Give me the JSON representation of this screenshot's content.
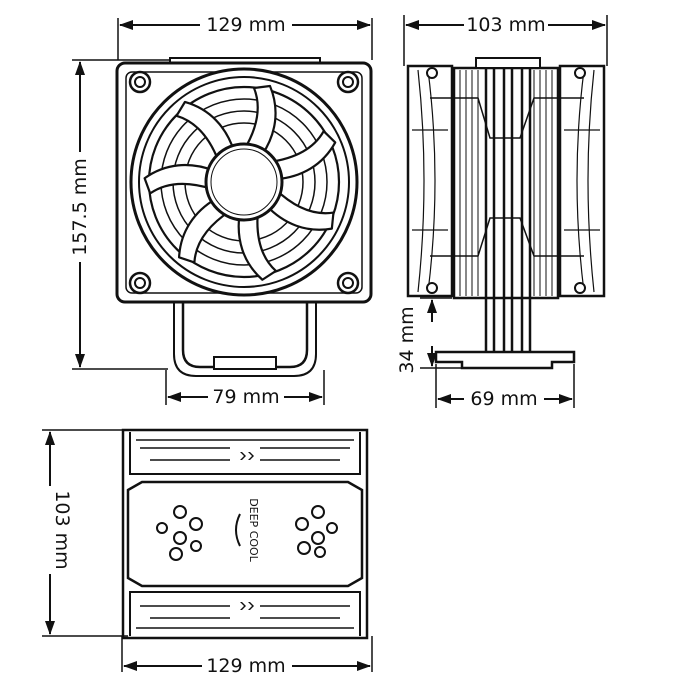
{
  "colors": {
    "line": "#111111",
    "fill": "#ffffff",
    "accent": "#f2f2f2"
  },
  "dimensions": {
    "front_width": "129 mm",
    "front_height": "157.5 mm",
    "base_width": "79 mm",
    "side_depth": "103 mm",
    "side_base_height": "34 mm",
    "side_base_width": "69 mm",
    "top_depth": "103 mm",
    "top_width": "129 mm"
  },
  "brand": {
    "logo_text": "DEEP COOL"
  }
}
